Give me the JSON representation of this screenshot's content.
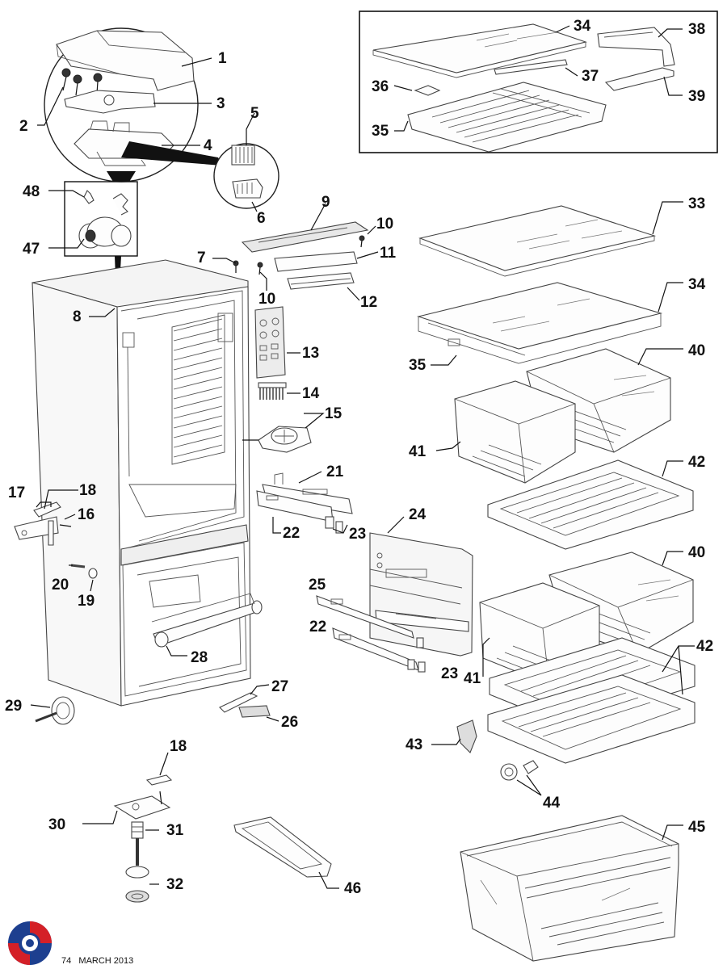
{
  "callouts": [
    {
      "n": "1"
    },
    {
      "n": "2"
    },
    {
      "n": "3"
    },
    {
      "n": "4"
    },
    {
      "n": "5"
    },
    {
      "n": "6"
    },
    {
      "n": "7"
    },
    {
      "n": "8"
    },
    {
      "n": "9"
    },
    {
      "n": "10"
    },
    {
      "n": "10"
    },
    {
      "n": "11"
    },
    {
      "n": "12"
    },
    {
      "n": "13"
    },
    {
      "n": "14"
    },
    {
      "n": "15"
    },
    {
      "n": "16"
    },
    {
      "n": "17"
    },
    {
      "n": "18"
    },
    {
      "n": "18"
    },
    {
      "n": "19"
    },
    {
      "n": "20"
    },
    {
      "n": "21"
    },
    {
      "n": "22"
    },
    {
      "n": "22"
    },
    {
      "n": "23"
    },
    {
      "n": "23"
    },
    {
      "n": "24"
    },
    {
      "n": "25"
    },
    {
      "n": "26"
    },
    {
      "n": "27"
    },
    {
      "n": "28"
    },
    {
      "n": "29"
    },
    {
      "n": "30"
    },
    {
      "n": "31"
    },
    {
      "n": "32"
    },
    {
      "n": "33"
    },
    {
      "n": "34"
    },
    {
      "n": "34"
    },
    {
      "n": "35"
    },
    {
      "n": "35"
    },
    {
      "n": "36"
    },
    {
      "n": "37"
    },
    {
      "n": "38"
    },
    {
      "n": "39"
    },
    {
      "n": "40"
    },
    {
      "n": "40"
    },
    {
      "n": "41"
    },
    {
      "n": "41"
    },
    {
      "n": "42"
    },
    {
      "n": "42"
    },
    {
      "n": "43"
    },
    {
      "n": "44"
    },
    {
      "n": "45"
    },
    {
      "n": "46"
    },
    {
      "n": "47"
    },
    {
      "n": "48"
    }
  ],
  "footer": {
    "page": "74",
    "date": "MARCH 2013"
  },
  "colors": {
    "logo_red": "#d42027",
    "logo_blue": "#1d3f8f",
    "line": "#111111"
  }
}
